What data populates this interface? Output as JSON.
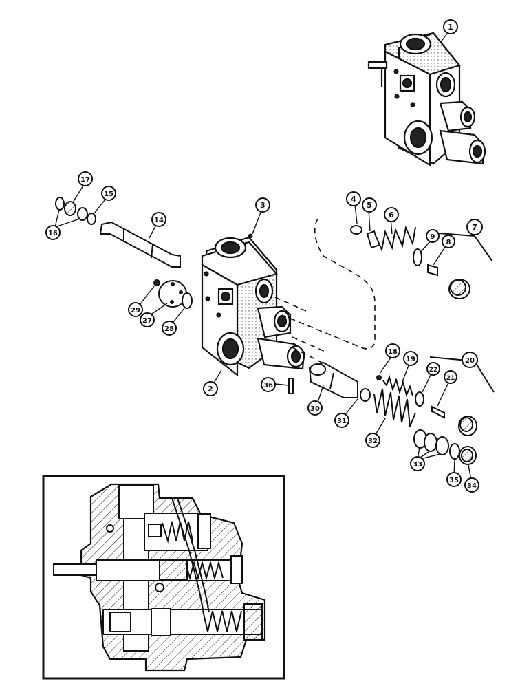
{
  "diagram": {
    "colors": {
      "ink": "#111111",
      "paper": "#ffffff",
      "shade": "#d8d8d8"
    },
    "callouts": {
      "c1": "1",
      "c2": "2",
      "c3": "3",
      "c4": "4",
      "c5": "5",
      "c6": "6",
      "c7": "7",
      "c8": "8",
      "c9": "9",
      "c14": "14",
      "c15": "15",
      "c16": "16",
      "c17": "17",
      "c18": "18",
      "c19": "19",
      "c20": "20",
      "c21": "21",
      "c22": "22",
      "c27": "27",
      "c28": "28",
      "c29": "29",
      "c30": "30",
      "c31": "31",
      "c32": "32",
      "c33": "33",
      "c34": "34",
      "c35": "35",
      "c36": "36"
    }
  }
}
